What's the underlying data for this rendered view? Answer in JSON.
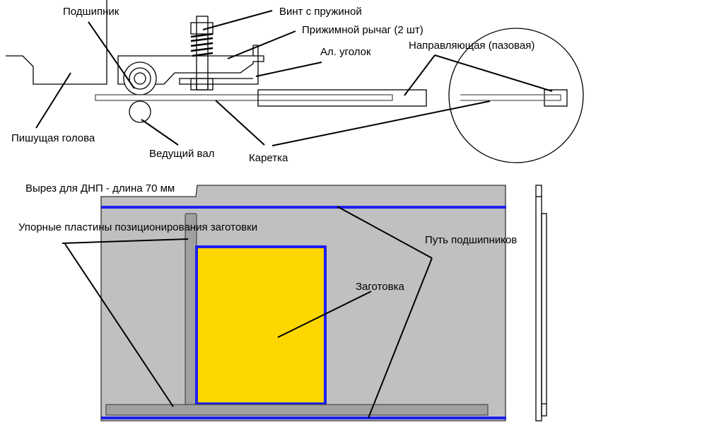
{
  "diagram": {
    "colors": {
      "plate": "#c0c0c0",
      "stop_plate": "#a0a0a0",
      "workpiece": "#ffd700",
      "bearing_path": "#1e1ef0",
      "outline": "#000000"
    },
    "top_view_labels": {
      "bearing": "Подшипник",
      "screw_spring": "Винт с пружиной",
      "clamp_lever": "Прижимной рычаг (2 шт)",
      "al_angle": "Ал. уголок",
      "guide": "Направляющая (пазовая)",
      "writing_head": "Пишущая голова",
      "drive_shaft": "Ведущий вал",
      "carriage": "Каретка"
    },
    "plan_view_labels": {
      "cutout": "Вырез для ДНП - длина 70 мм",
      "stop_plates": "Упорные пластины позиционирования заготовки",
      "bearing_path": "Путь подшипников",
      "workpiece": "Заготовка"
    }
  }
}
